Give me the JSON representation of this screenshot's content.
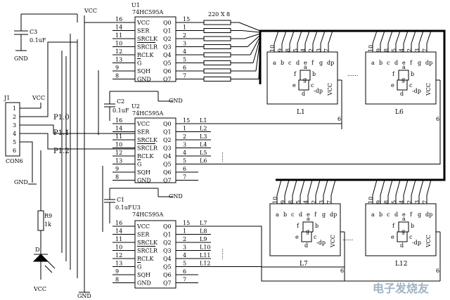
{
  "ic_u1": {
    "ref": "U1",
    "part": "74HC595A",
    "left_pins": [
      "16",
      "14",
      "11",
      "10",
      "12",
      "13",
      "9",
      "8"
    ],
    "left_names": [
      "VCC",
      "SER",
      "SRCLK",
      "SRCLR",
      "RCLK",
      "G",
      "SQH",
      "GND"
    ],
    "right_names": [
      "Q0",
      "Q1",
      "Q2",
      "Q3",
      "Q4",
      "Q5",
      "Q6",
      "Q7"
    ],
    "right_pins": [
      "15",
      "1",
      "2",
      "3",
      "4",
      "5",
      "6",
      "7"
    ]
  },
  "ic_u2": {
    "ref": "U2",
    "part": "74HC595A",
    "left_pins": [
      "16",
      "14",
      "11",
      "10",
      "12",
      "13",
      "9",
      "8"
    ],
    "left_names": [
      "VCC",
      "SER",
      "SRCLK",
      "SRCLR",
      "RCLK",
      "G",
      "SQH",
      "GND"
    ],
    "right_names": [
      "Q0",
      "Q1",
      "Q2",
      "Q3",
      "Q4",
      "Q5",
      "Q6",
      "Q7"
    ],
    "right_pins": [
      "15",
      "1",
      "2",
      "3",
      "4",
      "5",
      "6",
      "7"
    ],
    "outputs": [
      "L1",
      "L2",
      "L3",
      "L4",
      "L5",
      "L6"
    ]
  },
  "ic_u3": {
    "ref": "U3",
    "part": "74HC595A",
    "left_pins": [
      "16",
      "14",
      "11",
      "10",
      "12",
      "13",
      "9",
      "8"
    ],
    "left_names": [
      "VCC",
      "SER",
      "SRCLK",
      "SRCLR",
      "RCLK",
      "G",
      "SQH",
      "GND"
    ],
    "right_names": [
      "Q0",
      "Q1",
      "Q2",
      "Q3",
      "Q4",
      "Q5",
      "Q6",
      "Q7"
    ],
    "right_pins": [
      "15",
      "1",
      "2",
      "3",
      "4",
      "5",
      "6",
      "7"
    ],
    "outputs": [
      "L7",
      "L8",
      "L9",
      "L10",
      "L11",
      "L12"
    ]
  },
  "power": {
    "vcc": "VCC",
    "gnd": "GND"
  },
  "caps": {
    "c3": "C3",
    "c3_val": "0.1uF",
    "c2": "C2",
    "c2_val": "0.1uF",
    "c1": "C1",
    "c1_val": "0.1uF"
  },
  "resistor_array": "220 X 8",
  "connector": {
    "ref": "J1",
    "name": "CON6",
    "pins": [
      "1",
      "2",
      "3",
      "4",
      "5",
      "6"
    ]
  },
  "port_labels": [
    "P1.0",
    "P1.1",
    "P1.2"
  ],
  "led_resistor": {
    "ref": "R9",
    "value": "1k"
  },
  "led": {
    "ref": "D"
  },
  "displays": {
    "top_pins": [
      "10",
      "9",
      "8",
      "5",
      "4",
      "2",
      "3",
      "7"
    ],
    "segments": [
      "a",
      "b",
      "c",
      "d",
      "e",
      "f",
      "g",
      "dp"
    ],
    "seg_labels": [
      "a",
      "f",
      "b",
      "e",
      "c",
      "d",
      "g",
      "dp"
    ],
    "vcc_label": "VCC",
    "common_pin": "6",
    "units": [
      "L1",
      "L6",
      "L7",
      "L12"
    ],
    "dots": "......"
  },
  "watermark": "电子发烧友"
}
